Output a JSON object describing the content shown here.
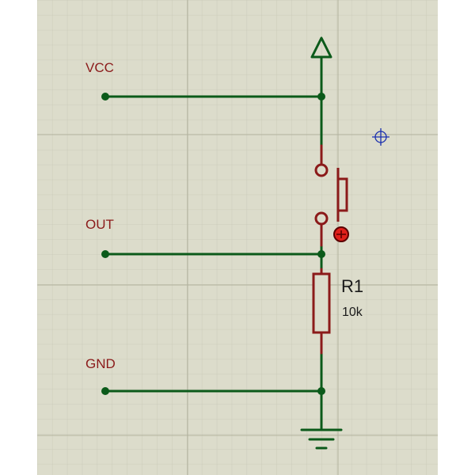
{
  "nets": {
    "vcc": "VCC",
    "out": "OUT",
    "gnd": "GND"
  },
  "resistor": {
    "ref": "R1",
    "value": "10k"
  },
  "pushbutton": {
    "ref": ""
  },
  "colors": {
    "sheet": "#dcdccb",
    "grid_minor": "#c7c7b6",
    "grid_major": "#b3b39f",
    "wire": "#0b5a1a",
    "component": "#8b1a1a",
    "probe_fill": "#e0201a",
    "cursor": "#1a2faf"
  },
  "icons": [
    "power-arrow-icon",
    "ground-icon",
    "pushbutton-icon",
    "resistor-icon",
    "crosshair-cursor-icon",
    "probe-marker-icon"
  ]
}
